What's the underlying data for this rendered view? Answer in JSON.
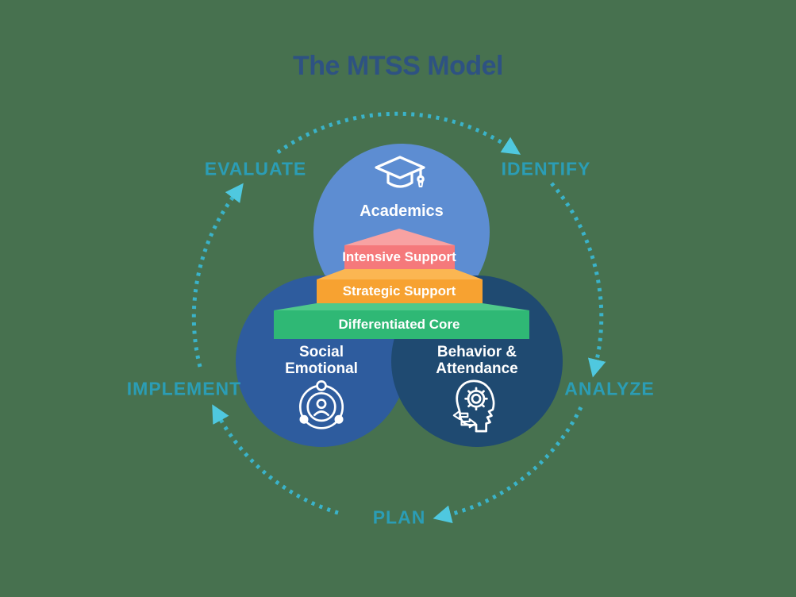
{
  "title": "The MTSS Model",
  "cycle": {
    "steps": [
      {
        "id": "evaluate",
        "label": "EVALUATE"
      },
      {
        "id": "identify",
        "label": "IDENTIFY"
      },
      {
        "id": "analyze",
        "label": "ANALYZE"
      },
      {
        "id": "plan",
        "label": "PLAN"
      },
      {
        "id": "implement",
        "label": "IMPLEMENT"
      }
    ]
  },
  "domains": [
    {
      "id": "academics",
      "label": "Academics",
      "icon": "graduation-cap-icon"
    },
    {
      "id": "social-emotional",
      "label_line1": "Social",
      "label_line2": "Emotional",
      "icon": "person-network-icon"
    },
    {
      "id": "behavior-attendance",
      "label_line1": "Behavior &",
      "label_line2": "Attendance",
      "icon": "head-gear-icon"
    }
  ],
  "pyramid": {
    "tiers": [
      {
        "id": "tier-intensive",
        "label": "Intensive Support",
        "face_color": "#F5797B",
        "top_color": "#F8A2A2"
      },
      {
        "id": "tier-strategic",
        "label": "Strategic Support",
        "face_color": "#F7A231",
        "top_color": "#FBB652"
      },
      {
        "id": "tier-core",
        "label": "Differentiated Core",
        "face_color": "#2FB875",
        "top_color": "#4FC98B"
      }
    ]
  },
  "colors": {
    "background": "#47714F",
    "title_text": "#2E5282",
    "cycle_label": "#2B9DB5",
    "cycle_dots": "#3AB3C9",
    "cycle_arrow": "#4FC8DF",
    "circle_academics": "#5D8DD2",
    "circle_social": "#2E5C9E",
    "circle_behavior": "#1F4A71",
    "icon_stroke": "#FFFFFF"
  }
}
